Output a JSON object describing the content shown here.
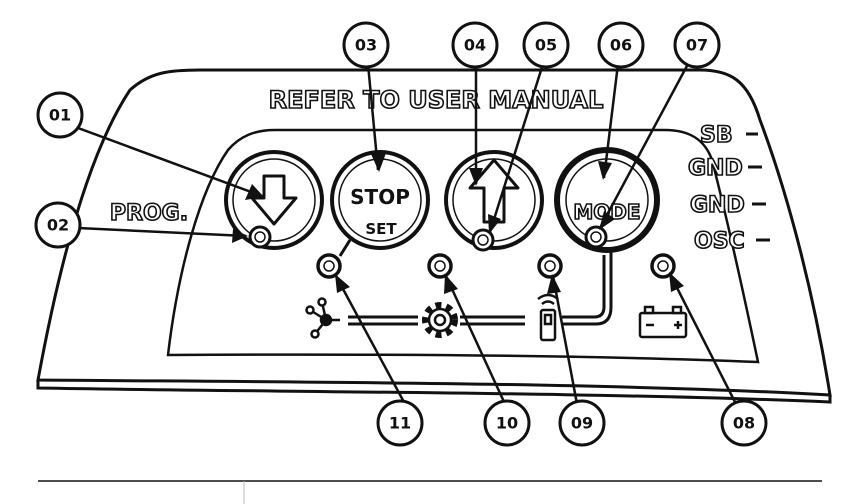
{
  "panel": {
    "header": "REFER TO USER MANUAL",
    "prog_label": "PROG.",
    "terminals": [
      "SB",
      "GND",
      "GND",
      "OSC"
    ]
  },
  "buttons": {
    "down": {
      "icon": "arrow-down-icon"
    },
    "stop": {
      "line1": "STOP",
      "line2": "SET"
    },
    "up": {
      "icon": "arrow-up-icon"
    },
    "mode": {
      "label": "MODE"
    }
  },
  "indicators": [
    {
      "icon": "network-icon"
    },
    {
      "icon": "gear-icon"
    },
    {
      "icon": "remote-control-icon"
    },
    {
      "icon": "battery-icon"
    }
  ],
  "callouts": [
    "01",
    "02",
    "03",
    "04",
    "05",
    "06",
    "07",
    "08",
    "09",
    "10",
    "11"
  ],
  "colors": {
    "ink": "#111111",
    "panel": "#ffffff"
  }
}
